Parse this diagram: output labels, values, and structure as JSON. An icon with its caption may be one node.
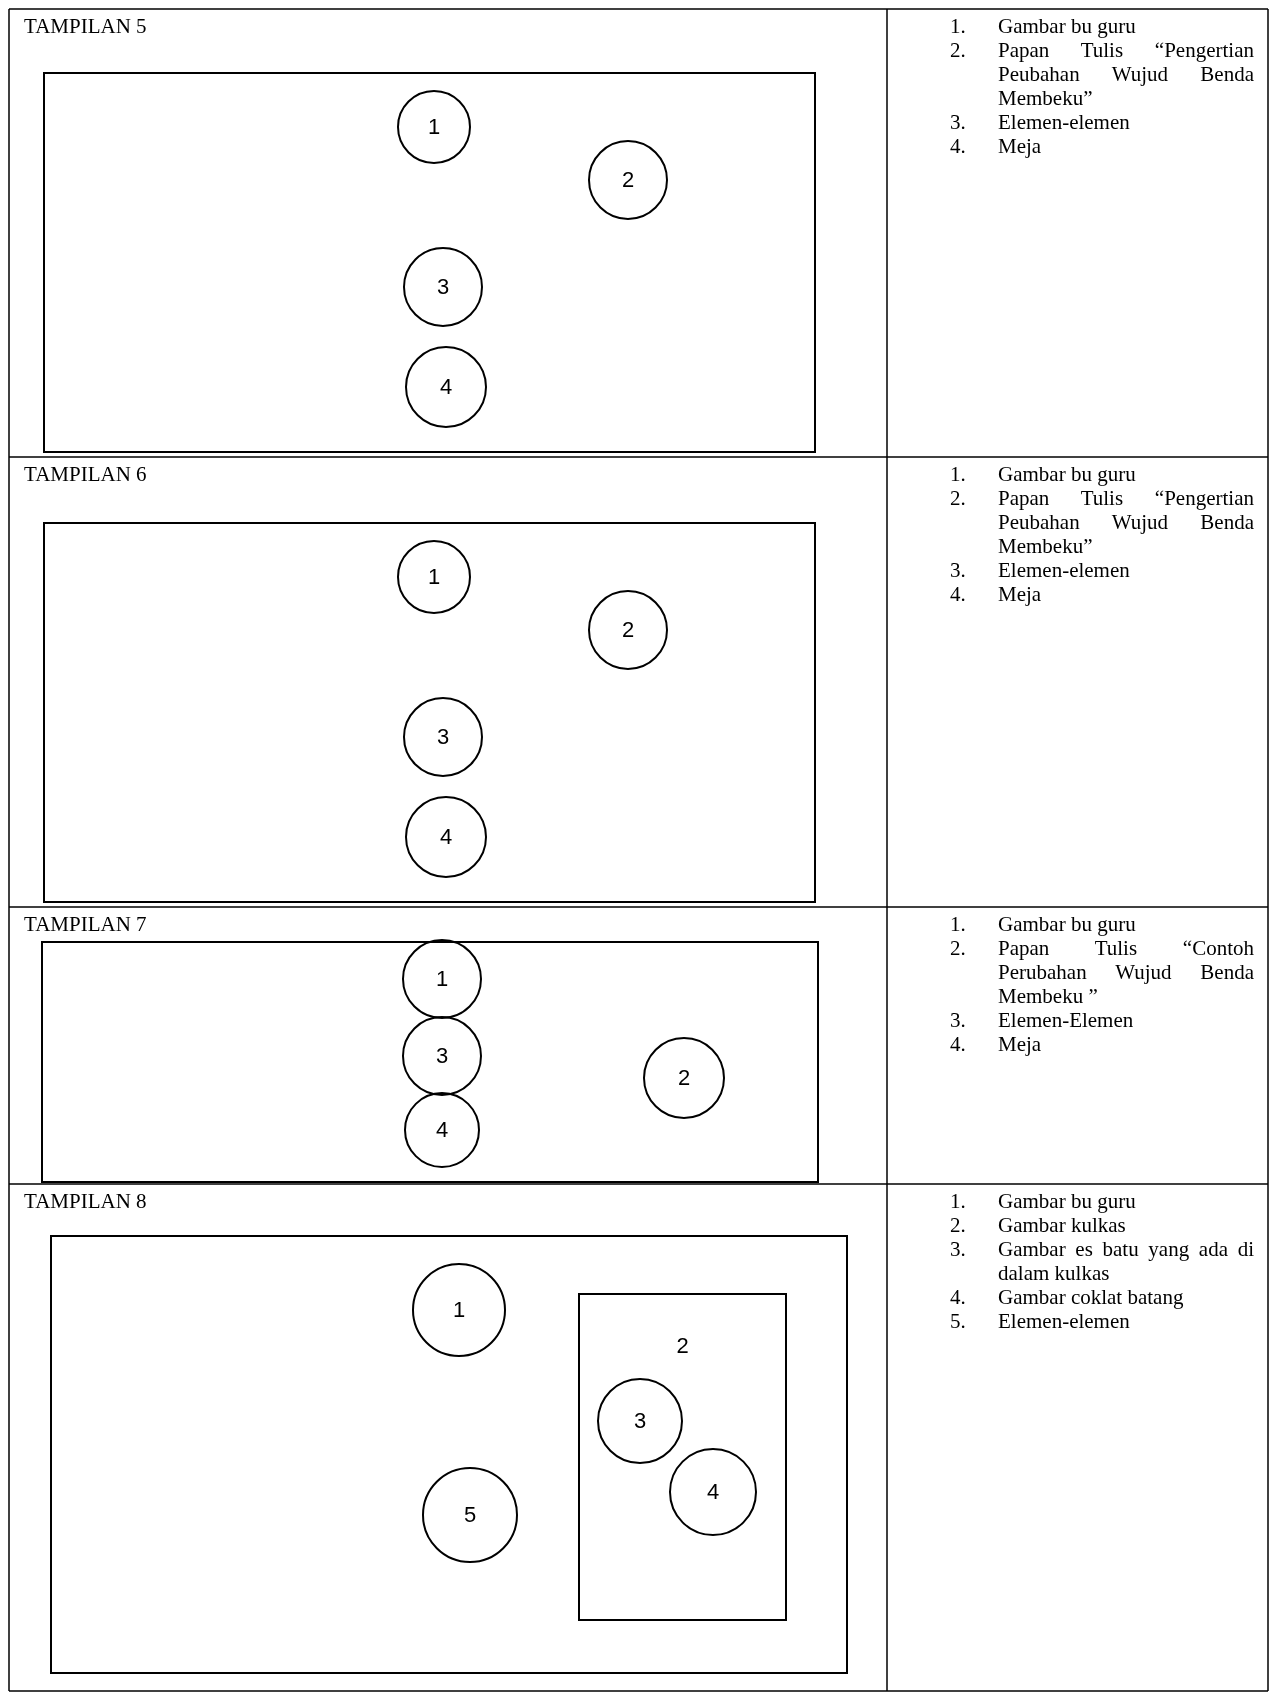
{
  "diagram": {
    "nodes": [
      {
        "text": [],
        "shape": "box"
      },
      {
        "text": [
          "1"
        ],
        "in": 0
      },
      {
        "text": [
          "2"
        ],
        "in": 0
      },
      {
        "text": [
          "3"
        ],
        "in": 0
      },
      {
        "text": [
          "4"
        ],
        "in": 0
      },
      {
        "text": [],
        "shape": "box"
      },
      {
        "text": [
          "1"
        ],
        "in": 5
      },
      {
        "text": [
          "2"
        ],
        "in": 5
      },
      {
        "text": [
          "3"
        ],
        "in": 5
      },
      {
        "text": [
          "4"
        ],
        "in": 5
      },
      {
        "text": [],
        "shape": "box"
      },
      {
        "text": [
          "1"
        ],
        "in": 10
      },
      {
        "text": [
          "3"
        ],
        "in": 10
      },
      {
        "text": [
          "4"
        ],
        "in": 10
      },
      {
        "text": [
          "2"
        ],
        "in": 10
      },
      {
        "text": [],
        "shape": "box"
      },
      {
        "text": [
          "1"
        ],
        "in": 15
      },
      {
        "text": [
          "2"
        ],
        "in": 15
      },
      {
        "text": [
          "3"
        ],
        "in": 17
      },
      {
        "text": [
          "4"
        ],
        "in": 17
      },
      {
        "text": [
          "5"
        ],
        "in": 15
      }
    ],
    "edges": [],
    "labels": [
      "TAMPILAN 5",
      "1.",
      "Gambar bu guru",
      "2.",
      "Papan Tulis “Pengertian Peubahan Wujud Benda Membeku”",
      "3.",
      "Elemen-elemen",
      "4.",
      "Meja",
      "TAMPILAN 6",
      "1.",
      "Gambar bu guru",
      "2.",
      "Papan Tulis “Pengertian Peubahan Wujud Benda Membeku”",
      "3.",
      "Elemen-elemen",
      "4.",
      "Meja",
      "TAMPILAN 7",
      "1.",
      "Gambar bu guru",
      "2.",
      "Papan Tulis “Contoh Perubahan Wujud Benda Membeku ”",
      "3.",
      "Elemen-Elemen",
      "4.",
      "Meja",
      "TAMPILAN 8",
      "1.",
      "Gambar bu guru",
      "2.",
      "Gambar kulkas",
      "3.",
      "Gambar es batu yang ada di dalam kulkas",
      "4.",
      "Gambar coklat batang",
      "5.",
      "Elemen-elemen"
    ]
  }
}
